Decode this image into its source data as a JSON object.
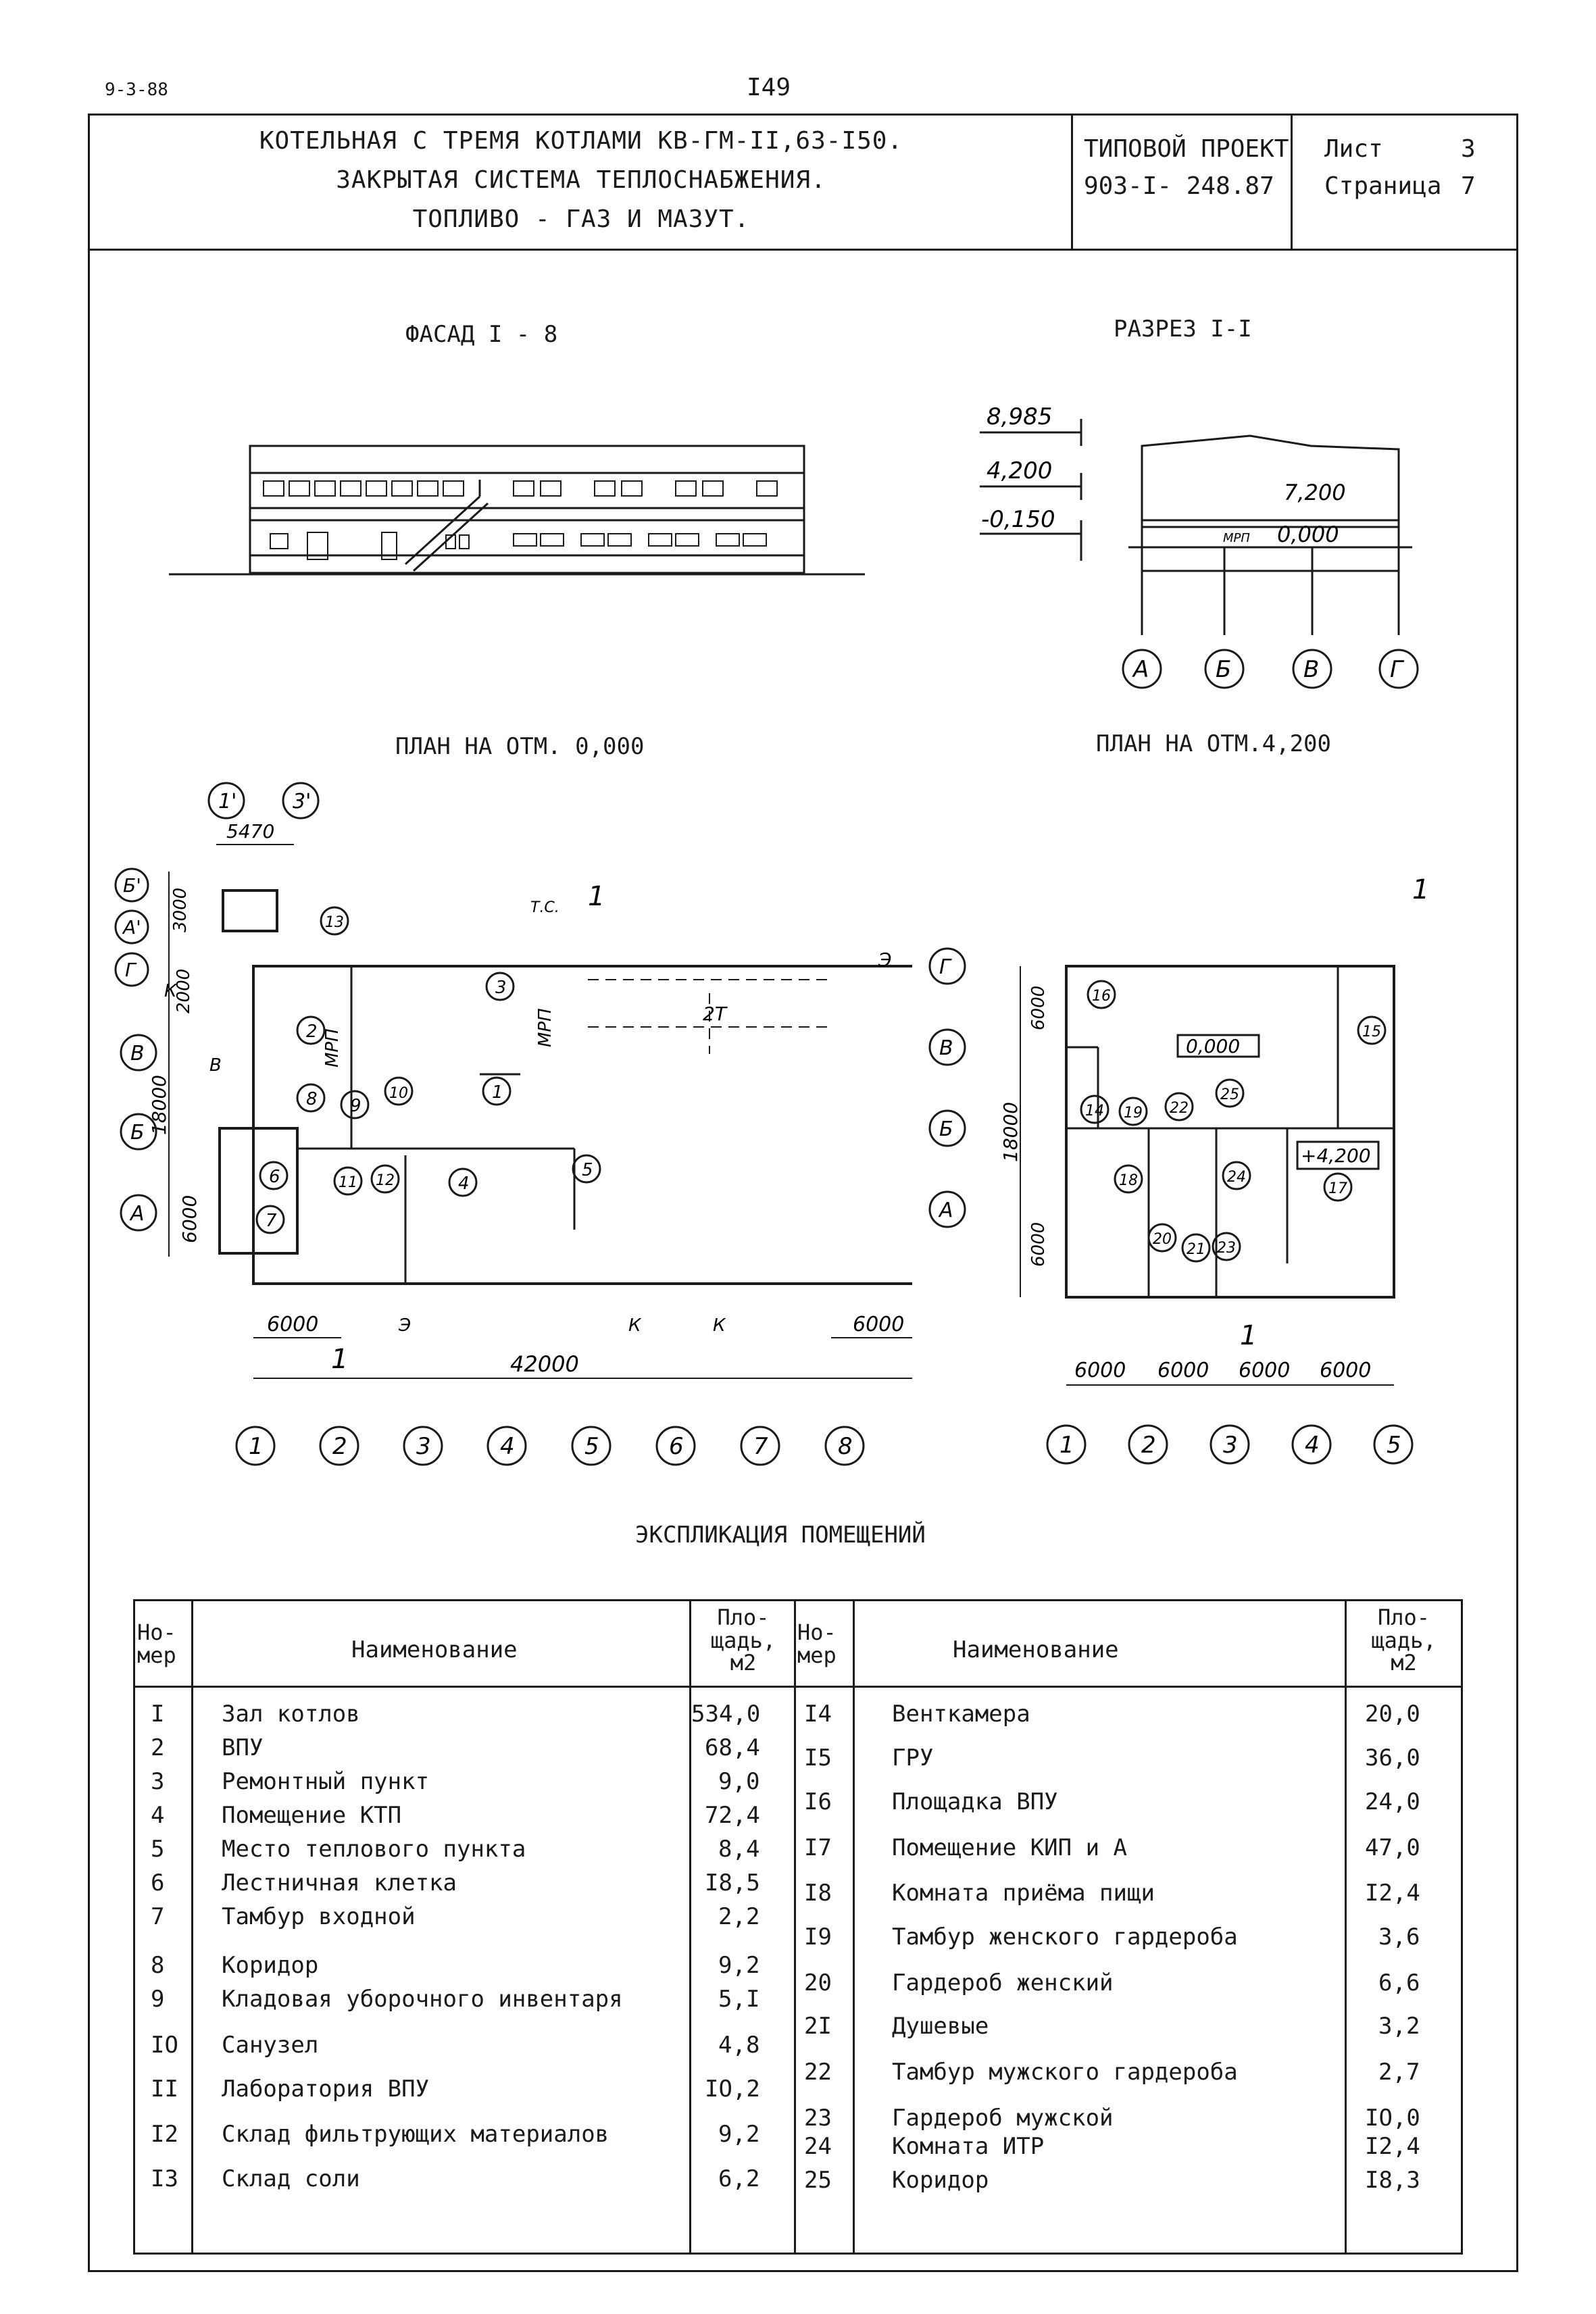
{
  "page": {
    "code": "9-3-88",
    "number": "I49"
  },
  "header": {
    "title_lines": [
      "КОТЕЛЬНАЯ С ТРЕМЯ КОТЛАМИ КВ-ГМ-II,63-I50.",
      "ЗАКРЫТАЯ СИСТЕМА ТЕПЛОСНАБЖЕНИЯ.",
      "ТОПЛИВО - ГАЗ И МАЗУТ."
    ],
    "project_label": "ТИПОВОЙ ПРОЕКТ",
    "project_number": "903-I- 248.87",
    "sheet_label": "Лист",
    "sheet_value": "3",
    "page_label": "Страница",
    "page_value": "7"
  },
  "views": {
    "facade_title": "ФАСАД  I - 8",
    "section_title": "РАЗРЕЗ  I-I",
    "plan0_title": "ПЛАН НА ОТМ. 0,000",
    "plan4_title": "ПЛАН НА ОТМ.4,200"
  },
  "section": {
    "levels": [
      "8,985",
      "4,200",
      "-0,150"
    ],
    "inner_levels": [
      "7,200",
      "0,000"
    ],
    "mark_label": "МРП",
    "axes": [
      "А",
      "Б",
      "В",
      "Г"
    ]
  },
  "plan0": {
    "x_axes": [
      "1",
      "2",
      "3",
      "4",
      "5",
      "6",
      "7",
      "8"
    ],
    "aux_axes": [
      "1'",
      "3'"
    ],
    "y_axes": [
      "Б'",
      "А'",
      "Г",
      "В",
      "Б",
      "А"
    ],
    "dims": {
      "aux_width": "5470",
      "aux_depth": "3000",
      "span_g": "2000",
      "total_depth": "18000",
      "bay_ab": "6000",
      "first_bay": "6000",
      "last_bay": "6000",
      "total_length": "42000"
    },
    "rooms": [
      "1",
      "2",
      "3",
      "4",
      "5",
      "6",
      "7",
      "8",
      "9",
      "10",
      "11",
      "12",
      "13"
    ],
    "labels": {
      "ts": "Т.С.",
      "cut": "1",
      "e": "Э",
      "k": "К",
      "b": "В",
      "mrp": "МРП",
      "crane": "2Т"
    }
  },
  "plan4": {
    "x_axes": [
      "1",
      "2",
      "3",
      "4",
      "5"
    ],
    "y_axes": [
      "Г",
      "В",
      "Б",
      "А"
    ],
    "dims": {
      "d1": "6000",
      "d2": "18000",
      "d3": "6000",
      "bays": [
        "6000",
        "6000",
        "6000",
        "6000"
      ]
    },
    "rooms": [
      "14",
      "15",
      "16",
      "17",
      "18",
      "19",
      "20",
      "21",
      "22",
      "23",
      "24",
      "25"
    ],
    "levels": [
      "0,000",
      "+4,200"
    ],
    "cut": "1"
  },
  "explication": {
    "title": "ЭКСПЛИКАЦИЯ ПОМЕЩЕНИЙ",
    "col_number": "Но-\nмер",
    "col_name": "Наименование",
    "col_area": "Пло-\nщадь,\nм2",
    "left_rows": [
      {
        "n": "I",
        "name": "Зал котлов",
        "area": "534,0"
      },
      {
        "n": "2",
        "name": "ВПУ",
        "area": "68,4"
      },
      {
        "n": "3",
        "name": "Ремонтный пункт",
        "area": "9,0"
      },
      {
        "n": "4",
        "name": "Помещение КТП",
        "area": "72,4"
      },
      {
        "n": "5",
        "name": "Место теплового пункта",
        "area": "8,4"
      },
      {
        "n": "6",
        "name": "Лестничная клетка",
        "area": "I8,5"
      },
      {
        "n": "7",
        "name": "Тамбур входной",
        "area": "2,2"
      },
      {
        "n": "8",
        "name": "Коридор",
        "area": "9,2"
      },
      {
        "n": "9",
        "name": "Кладовая уборочного инвентаря",
        "area": "5,I"
      },
      {
        "n": "IO",
        "name": "Санузел",
        "area": "4,8"
      },
      {
        "n": "II",
        "name": "Лаборатория ВПУ",
        "area": "IO,2"
      },
      {
        "n": "I2",
        "name": "Склад фильтрующих материалов",
        "area": "9,2"
      },
      {
        "n": "I3",
        "name": "Склад соли",
        "area": "6,2"
      }
    ],
    "right_rows": [
      {
        "n": "I4",
        "name": "Венткамера",
        "area": "20,0"
      },
      {
        "n": "I5",
        "name": "ГРУ",
        "area": "36,0"
      },
      {
        "n": "I6",
        "name": "Площадка ВПУ",
        "area": "24,0"
      },
      {
        "n": "I7",
        "name": "Помещение КИП и А",
        "area": "47,0"
      },
      {
        "n": "I8",
        "name": "Комната приёма пищи",
        "area": "I2,4"
      },
      {
        "n": "I9",
        "name": "Тамбур женского гардероба",
        "area": "3,6"
      },
      {
        "n": "20",
        "name": "Гардероб женский",
        "area": "6,6"
      },
      {
        "n": "2I",
        "name": "Душевые",
        "area": "3,2"
      },
      {
        "n": "22",
        "name": "Тамбур мужского гардероба",
        "area": "2,7"
      },
      {
        "n": "23",
        "name": "Гардероб мужской",
        "area": "IO,0"
      },
      {
        "n": "24",
        "name": "Комната ИТР",
        "area": "I2,4"
      },
      {
        "n": "25",
        "name": "Коридор",
        "area": "I8,3"
      }
    ]
  }
}
